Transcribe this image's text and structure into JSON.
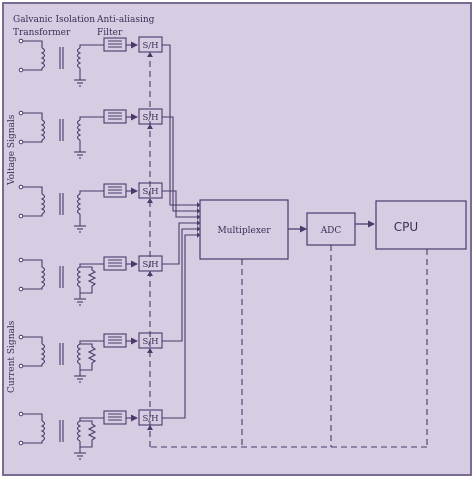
{
  "labels": {
    "transformer_line1": "Galvanic Isolation",
    "transformer_line2": "Transformer",
    "filter_line1": "Anti-aliasing",
    "filter_line2": "Filter",
    "voltage_signals": "Voltage Signals",
    "current_signals": "Current Signals",
    "sample_hold": "S/H",
    "multiplexer": "Multiplexer",
    "adc": "ADC",
    "cpu": "CPU"
  },
  "colors": {
    "background": "#d7cde2",
    "border": "#7a6b93",
    "line": "#4a3a6b",
    "box_fill": "#d7cde2"
  },
  "channels": [
    {
      "group": "voltage",
      "burden_resistor": false
    },
    {
      "group": "voltage",
      "burden_resistor": false
    },
    {
      "group": "voltage",
      "burden_resistor": false
    },
    {
      "group": "current",
      "burden_resistor": true
    },
    {
      "group": "current",
      "burden_resistor": true
    },
    {
      "group": "current",
      "burden_resistor": true
    }
  ]
}
